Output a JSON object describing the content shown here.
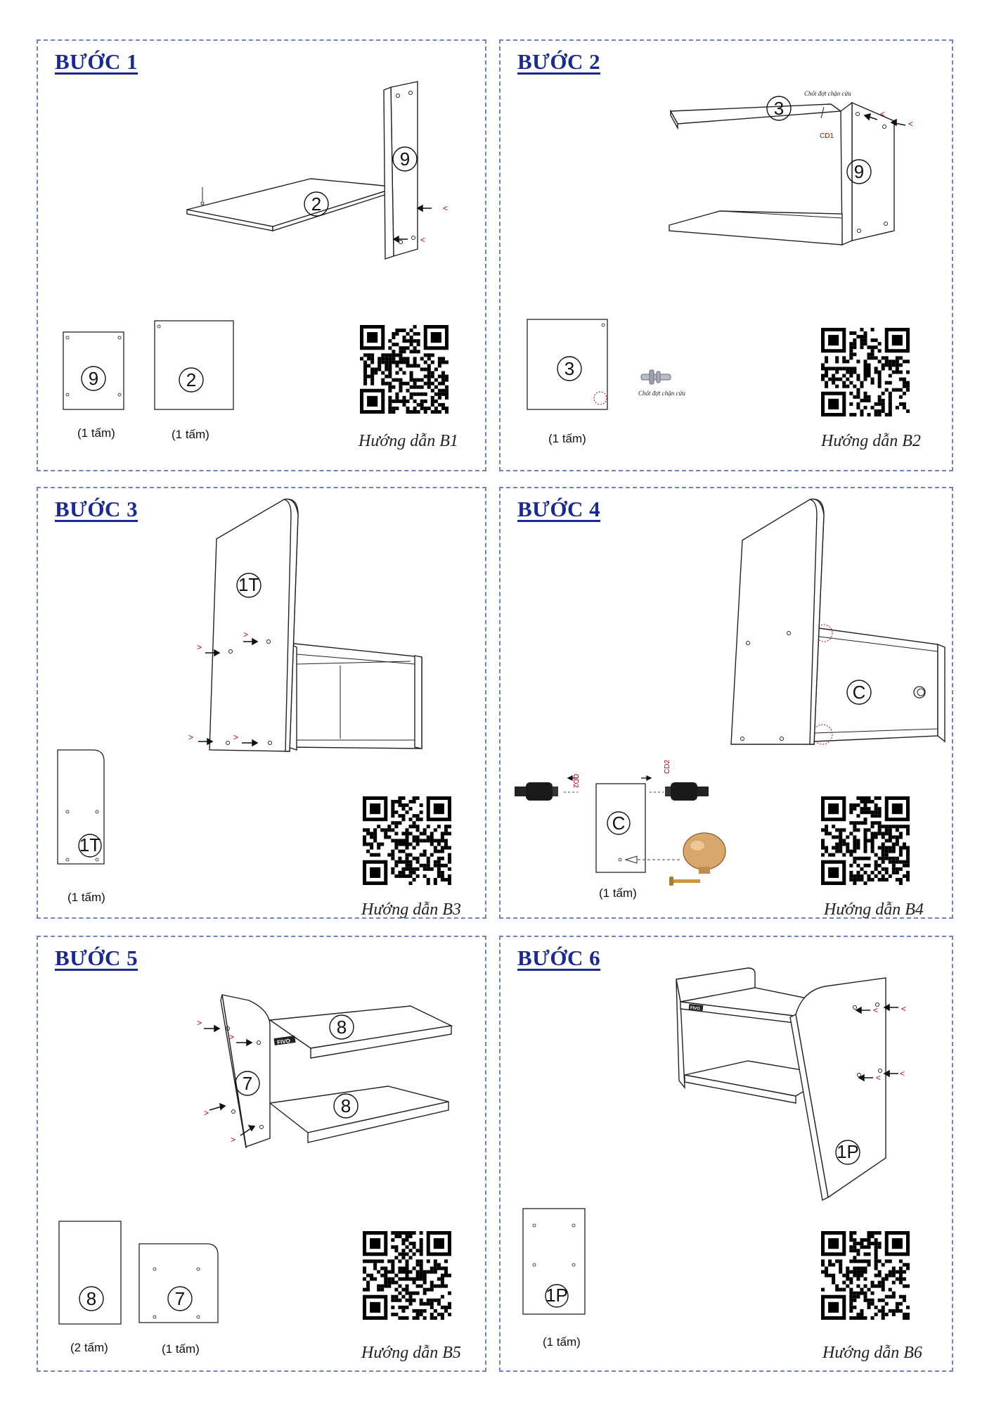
{
  "steps": [
    {
      "title": "BƯỚC 1",
      "guide": "Hướng dẫn B1",
      "parts": [
        {
          "label": "9",
          "qty": "(1 tấm)"
        },
        {
          "label": "2",
          "qty": "(1 tấm)"
        }
      ],
      "assembly_labels": [
        "2",
        "9"
      ]
    },
    {
      "title": "BƯỚC 2",
      "guide": "Hướng dẫn B2",
      "parts": [
        {
          "label": "3",
          "qty": "(1 tấm)"
        }
      ],
      "assembly_labels": [
        "3",
        "9"
      ],
      "note": "Chốt đợt chặn cửa",
      "cd_label": "CD1"
    },
    {
      "title": "BƯỚC 3",
      "guide": "Hướng dẫn B3",
      "parts": [
        {
          "label": "1T",
          "qty": "(1 tấm)"
        }
      ],
      "assembly_labels": [
        "1T"
      ]
    },
    {
      "title": "BƯỚC 4",
      "guide": "Hướng dẫn B4",
      "parts": [
        {
          "label": "C",
          "qty": "(1 tấm)"
        }
      ],
      "assembly_labels": [
        "C"
      ],
      "cd_label": "CD2"
    },
    {
      "title": "BƯỚC 5",
      "guide": "Hướng dẫn B5",
      "parts": [
        {
          "label": "8",
          "qty": "(2 tấm)"
        },
        {
          "label": "7",
          "qty": "(1 tấm)"
        }
      ],
      "assembly_labels": [
        "8",
        "7",
        "8"
      ],
      "brand": "FIVO"
    },
    {
      "title": "BƯỚC 6",
      "guide": "Hướng dẫn B6",
      "parts": [
        {
          "label": "1P",
          "qty": "(1 tấm)"
        }
      ],
      "assembly_labels": [
        "1P"
      ],
      "brand": "FIVO"
    }
  ],
  "colors": {
    "title": "#1b2a8f",
    "border": "#6f82c8",
    "arrow_mark": "#c00000"
  }
}
